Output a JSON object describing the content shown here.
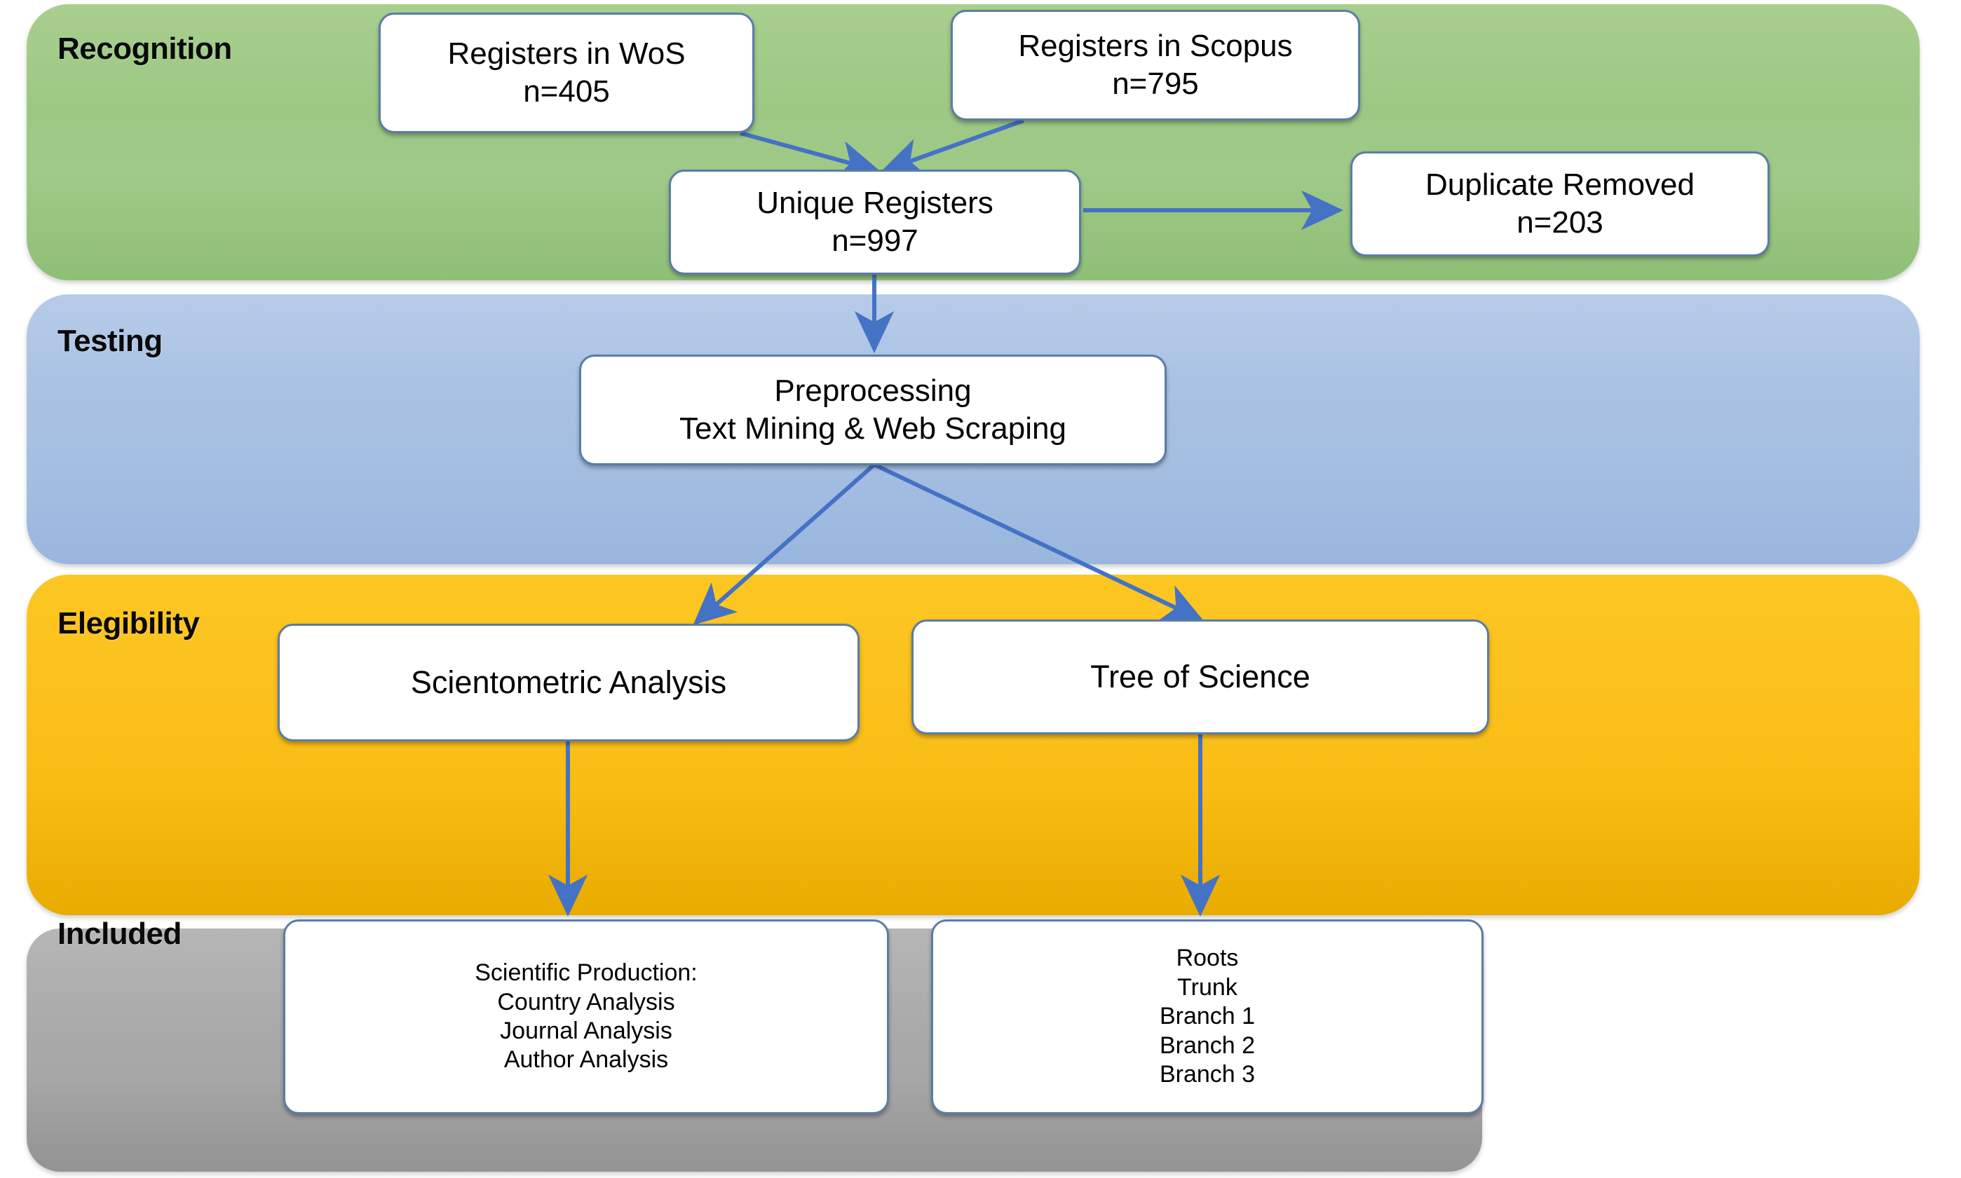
{
  "diagram": {
    "title": "PRISMA-style literature review flow diagram",
    "accent_color": "#4472c4",
    "node_border_color": "#5b7ca8"
  },
  "bands": [
    {
      "key": "recognition",
      "label": "Recognition",
      "color": "#9cc884"
    },
    {
      "key": "testing",
      "label": "Testing",
      "color": "#a8c1e3"
    },
    {
      "key": "elegibility",
      "label": "Elegibility",
      "color": "#fbc01b"
    },
    {
      "key": "included",
      "label": "Included",
      "color": "#aaaaaa"
    }
  ],
  "nodes": {
    "wos": {
      "line1": "Registers in WoS",
      "line2": "n=405"
    },
    "scopus": {
      "line1": "Registers in Scopus",
      "line2": "n=795"
    },
    "unique": {
      "line1": "Unique Registers",
      "line2": "n=997"
    },
    "duplicate": {
      "line1": "Duplicate Removed",
      "line2": "n=203"
    },
    "preprocessing": {
      "line1": "Preprocessing",
      "line2": "Text Mining & Web Scraping"
    },
    "scientometric": {
      "line1": "Scientometric Analysis"
    },
    "treeofscience": {
      "line1": "Tree of Science"
    },
    "production": {
      "line1": "Scientific Production:",
      "line2": "Country Analysis",
      "line3": "Journal Analysis",
      "line4": "Author Analysis"
    },
    "tree_parts": {
      "line1": "Roots",
      "line2": "Trunk",
      "line3": "Branch 1",
      "line4": "Branch 2",
      "line5": "Branch 3"
    }
  },
  "edges": [
    {
      "from": "wos",
      "to": "unique",
      "arrow": true
    },
    {
      "from": "scopus",
      "to": "unique",
      "arrow": true
    },
    {
      "from": "unique",
      "to": "duplicate",
      "arrow": true
    },
    {
      "from": "unique",
      "to": "preprocessing",
      "arrow": true
    },
    {
      "from": "preprocessing",
      "to": "scientometric",
      "arrow": true
    },
    {
      "from": "preprocessing",
      "to": "treeofscience",
      "arrow": true
    },
    {
      "from": "scientometric",
      "to": "production",
      "arrow": true
    },
    {
      "from": "treeofscience",
      "to": "tree_parts",
      "arrow": true
    }
  ]
}
